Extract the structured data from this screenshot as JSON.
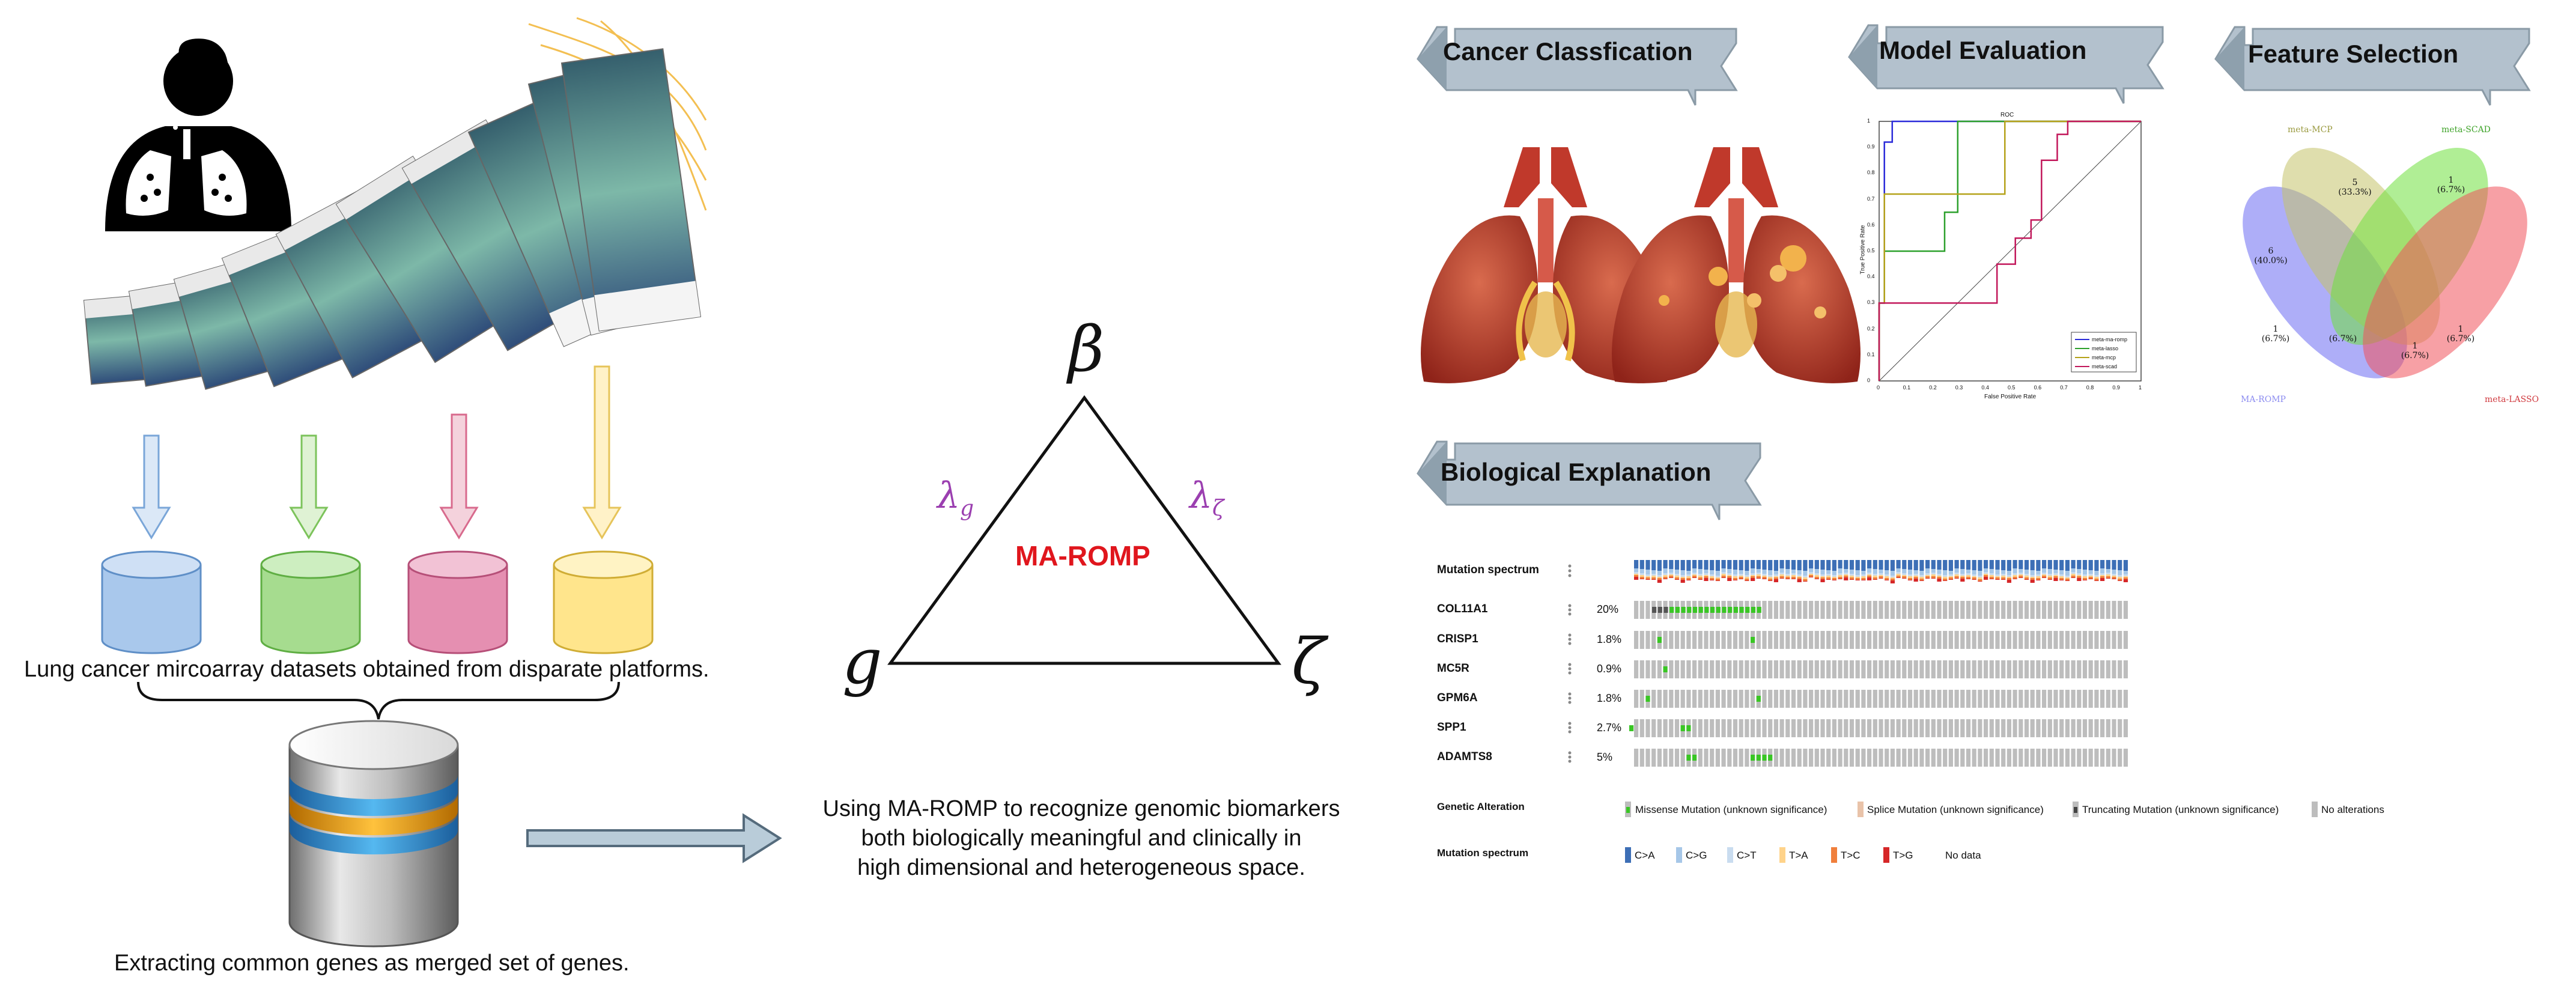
{
  "left_panel": {
    "datasets_caption": "Lung cancer mircoarray datasets obtained  from disparate platforms.",
    "merge_caption": "Extracting common genes as merged set of genes.",
    "dataset_colors": [
      "#a9c8ec",
      "#a6dc8f",
      "#e58fb1",
      "#ffe58c"
    ]
  },
  "center_panel": {
    "triangle_top": "β",
    "triangle_left": "g",
    "triangle_right": "ζ",
    "lambda_left": "λ",
    "lambda_left_sub": "g",
    "lambda_right": "λ",
    "lambda_right_sub": "ζ",
    "method_name": "MA-ROMP",
    "method_color": "#e0161d",
    "lambda_color": "#9b3fb0",
    "description_lines": [
      "Using MA-ROMP to recognize genomic biomarkers",
      "both biologically meaningful and clinically in",
      "high dimensional and heterogeneous space."
    ]
  },
  "banners": {
    "cancer": "Cancer Classfication",
    "model": "Model Evaluation",
    "feature": "Feature Selection",
    "bio": "Biological Explanation"
  },
  "roc": {
    "title": "ROC",
    "xlabel": "False Positive Rate",
    "ylabel": "True Positive Rate",
    "ticks": [
      "0",
      "0.1",
      "0.2",
      "0.3",
      "0.4",
      "0.5",
      "0.6",
      "0.7",
      "0.8",
      "0.9",
      "1"
    ],
    "legend": [
      "meta-ma-romp",
      "meta-lasso",
      "meta-mcp",
      "meta-scad"
    ],
    "colors": [
      "#2b2bd9",
      "#2ca02c",
      "#b5a21a",
      "#c2185b"
    ]
  },
  "venn": {
    "labels": [
      "meta-MCP",
      "meta-SCAD",
      "MA-ROMP",
      "meta-LASSO"
    ],
    "values": [
      "5\n(33.3%)",
      "1\n(6.7%)",
      "6\n(40.0%)",
      "1\n(6.7%)",
      "1\n(6.7%)",
      "1\n(6.7%)",
      "(6.7%)"
    ],
    "colors": [
      "#c9c97a",
      "#88e05a",
      "#8c8cf0",
      "#f0767c"
    ]
  },
  "oncoprint": {
    "spectrum_label": "Mutation spectrum",
    "genes": [
      {
        "name": "COL11A1",
        "pct": "20%"
      },
      {
        "name": "CRISP1",
        "pct": "1.8%"
      },
      {
        "name": "MC5R",
        "pct": "0.9%"
      },
      {
        "name": "GPM6A",
        "pct": "1.8%"
      },
      {
        "name": "SPP1",
        "pct": "2.7%"
      },
      {
        "name": "ADAMTS8",
        "pct": "5%"
      }
    ],
    "alteration_title": "Genetic Alteration",
    "alteration_legend": [
      "Missense Mutation (unknown significance)",
      "Splice Mutation (unknown significance)",
      "Truncating Mutation (unknown significance)",
      "No alterations"
    ],
    "spectrum_title": "Mutation spectrum",
    "spectrum_legend": [
      "C>A",
      "C>G",
      "C>T",
      "T>A",
      "T>C",
      "T>G",
      "No data"
    ],
    "spectrum_colors": [
      "#3d6fb6",
      "#a6c7e8",
      "#c9dcef",
      "#ffd38a",
      "#f07f3c",
      "#d62728",
      "#ffffff"
    ]
  }
}
